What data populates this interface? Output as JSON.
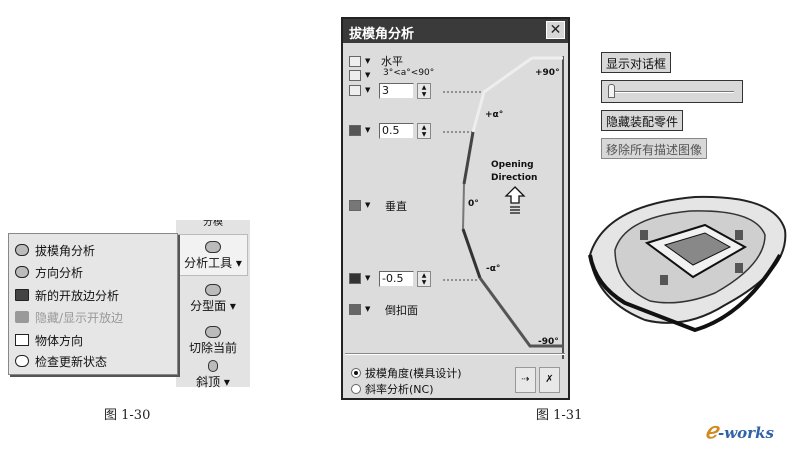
{
  "fig30": {
    "toolbar_top_partial": "分模",
    "menu_items": [
      {
        "label": "拔模角分析",
        "icon": "draft-analysis-icon",
        "disabled": false
      },
      {
        "label": "方向分析",
        "icon": "direction-analysis-icon",
        "disabled": false
      },
      {
        "label": "新的开放边分析",
        "icon": "open-edge-analysis-icon",
        "disabled": false
      },
      {
        "label": "隐藏/显示开放边",
        "icon": "hide-show-edge-icon",
        "disabled": true
      },
      {
        "label": "物体方向",
        "icon": "object-direction-icon",
        "disabled": false
      },
      {
        "label": "检查更新状态",
        "icon": "check-update-icon",
        "disabled": false
      }
    ],
    "toolbar": [
      {
        "label": "分析工具",
        "icon": "analysis-tools-icon"
      },
      {
        "label": "分型面",
        "icon": "parting-surface-icon"
      },
      {
        "label": "切除当前",
        "icon": "cut-current-icon"
      },
      {
        "label": "斜顶",
        "icon": "lifter-icon"
      }
    ],
    "caption": "图 1-30"
  },
  "fig31": {
    "dialog_title": "拔模角分析",
    "rows": {
      "horizontal": "水平",
      "range": "3°<a°<90°",
      "value1": "3",
      "value2": "0.5",
      "vertical": "垂直",
      "value3": "-0.5",
      "undercut": "倒扣面"
    },
    "graph": {
      "p90": "+90°",
      "pa": "+α°",
      "zero": "0°",
      "na": "-α°",
      "n90": "-90°",
      "opening": "Opening",
      "direction": "Direction"
    },
    "radio1": "拔模角度(模具设计)",
    "radio2": "斜率分析(NC)",
    "caption": "图 1-31"
  },
  "right": {
    "show_dialog": "显示对话框",
    "slider_value": 0,
    "hide_parts": "隐藏装配零件",
    "remove_images": "移除所有描述图像"
  },
  "logo": "e-works"
}
